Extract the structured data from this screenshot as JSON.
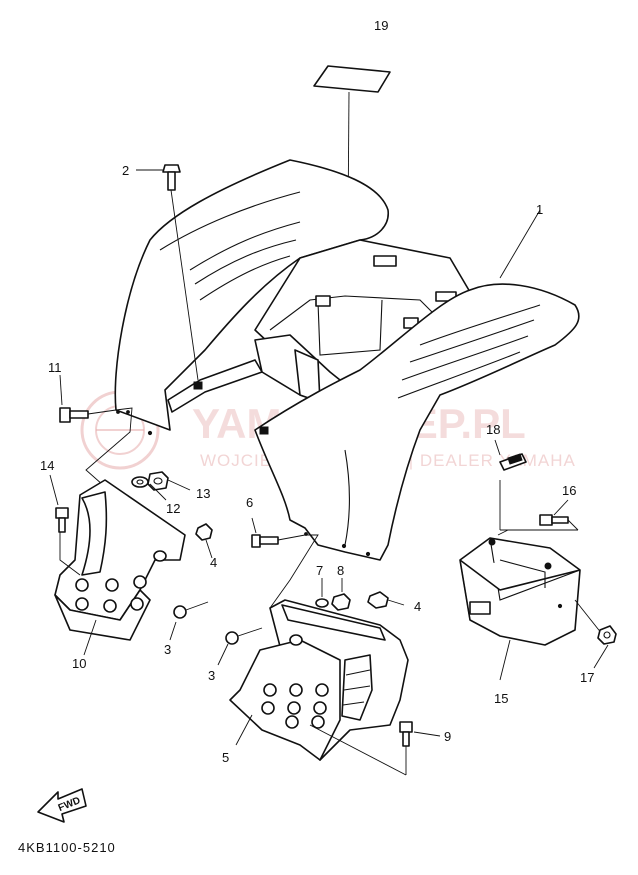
{
  "callouts": {
    "c1": "1",
    "c2": "2",
    "c3a": "3",
    "c3b": "3",
    "c4a": "4",
    "c4b": "4",
    "c5": "5",
    "c6": "6",
    "c7": "7",
    "c8": "8",
    "c9": "9",
    "c10": "10",
    "c11": "11",
    "c12": "12",
    "c13": "13",
    "c14": "14",
    "c15": "15",
    "c16": "16",
    "c17": "17",
    "c18": "18",
    "c19": "19"
  },
  "watermark": {
    "brand": "YAMA-SKLEP.PL",
    "dealer": "WOJCIECH GRZYWICZ | DEALER YAMAHA"
  },
  "forward_label": "FWD",
  "diagram_code": "4KB1100-5210",
  "colors": {
    "line": "#111111",
    "watermark": "#e8b3b3",
    "background": "#ffffff"
  }
}
